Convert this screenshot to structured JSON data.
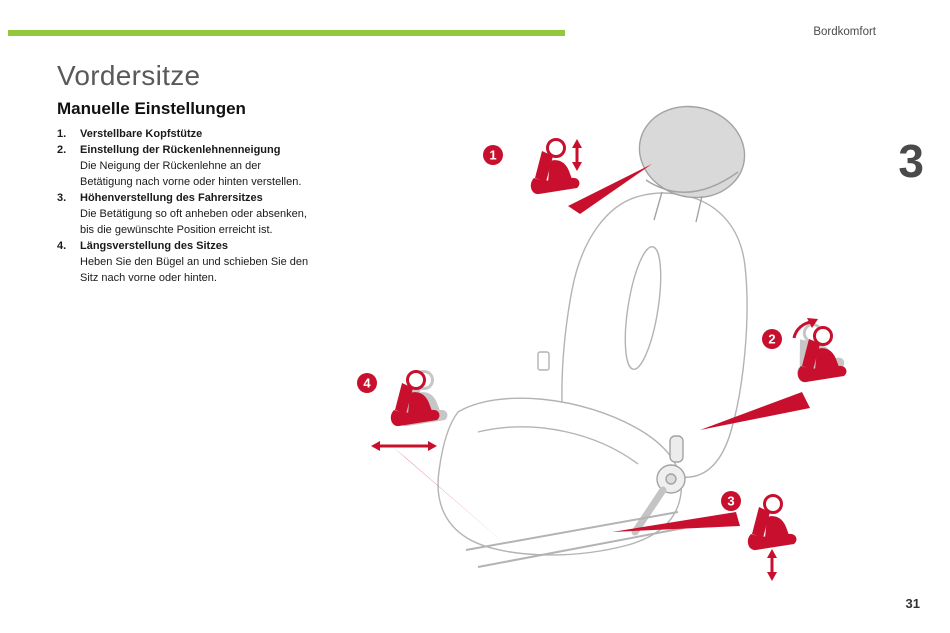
{
  "page": {
    "header_label": "Bordkomfort",
    "chapter_number": "3",
    "page_number": "31"
  },
  "colors": {
    "accent_green": "#93c83d",
    "callout_red": "#c8102e",
    "seat_outline_gray": "#b3b3b3"
  },
  "content": {
    "title": "Vordersitze",
    "subtitle": "Manuelle Einstellungen",
    "items": [
      {
        "num": "1.",
        "heading": "Verstellbare Kopfstütze",
        "body": ""
      },
      {
        "num": "2.",
        "heading": "Einstellung der Rückenlehnenneigung",
        "body": "Die Neigung der Rückenlehne an der Betätigung nach vorne oder hinten verstellen."
      },
      {
        "num": "3.",
        "heading": "Höhenverstellung des Fahrersitzes",
        "body": "Die Betätigung so oft anheben oder absenken, bis die gewünschte Position erreicht ist."
      },
      {
        "num": "4.",
        "heading": "Längsverstellung des Sitzes",
        "body": "Heben Sie den Bügel an und schieben Sie den Sitz nach vorne oder hinten."
      }
    ]
  },
  "figure": {
    "callouts": [
      {
        "label": "1",
        "icon": "seat-headrest-adjust-icon"
      },
      {
        "label": "2",
        "icon": "seat-recline-adjust-icon"
      },
      {
        "label": "3",
        "icon": "seat-height-adjust-icon"
      },
      {
        "label": "4",
        "icon": "seat-slide-adjust-icon"
      }
    ]
  }
}
